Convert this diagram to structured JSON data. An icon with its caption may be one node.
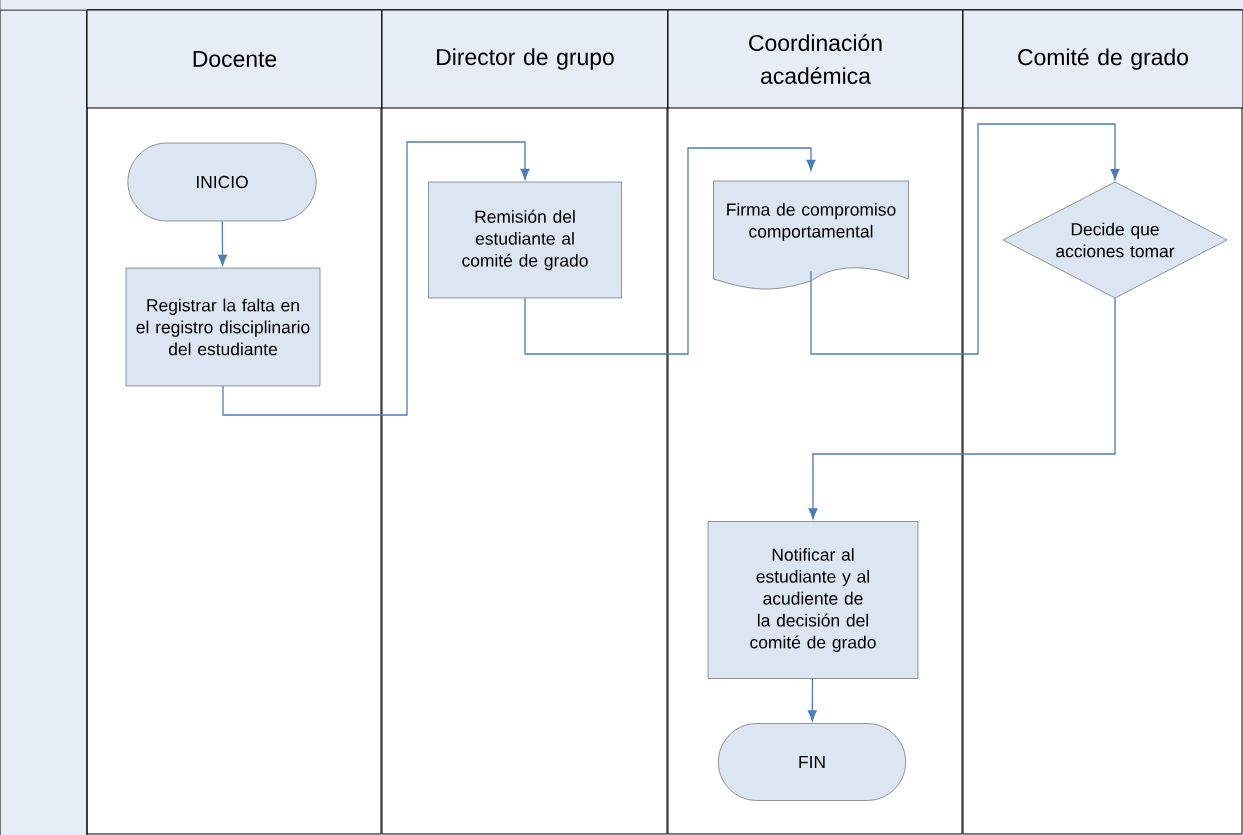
{
  "diagram": {
    "nodes": [
      {
        "text": [
          "Docente"
        ]
      },
      {
        "text": [
          "Director de grupo"
        ]
      },
      {
        "text": [
          "Coordinación académica"
        ]
      },
      {
        "text": [
          "Comité de grado"
        ]
      },
      {
        "text": [
          "INICIO"
        ],
        "in": 0
      },
      {
        "text": [
          "Registrar la falta en el registro disciplinario del estudiante"
        ],
        "in": 0
      },
      {
        "text": [
          "Remisión del estudiante al comité de grado"
        ],
        "in": 1
      },
      {
        "text": [
          "Firma de compromiso comportamental"
        ],
        "in": 2
      },
      {
        "text": [
          "Decide que acciones tomar"
        ],
        "in": 3
      },
      {
        "text": [
          "Notificar al estudiante y al acudiente de la decisión del comité de grado"
        ],
        "in": 2
      },
      {
        "text": [
          "FIN"
        ],
        "in": 2
      }
    ],
    "edges": [
      {
        "from": 4,
        "to": 5,
        "arrow": "to"
      },
      {
        "from": 5,
        "to": 6,
        "arrow": "to"
      },
      {
        "from": 6,
        "to": 7,
        "arrow": "to"
      },
      {
        "from": 7,
        "to": 8,
        "arrow": "to"
      },
      {
        "from": 8,
        "to": 9,
        "arrow": "to"
      },
      {
        "from": 9,
        "to": 10,
        "arrow": "to"
      }
    ]
  }
}
